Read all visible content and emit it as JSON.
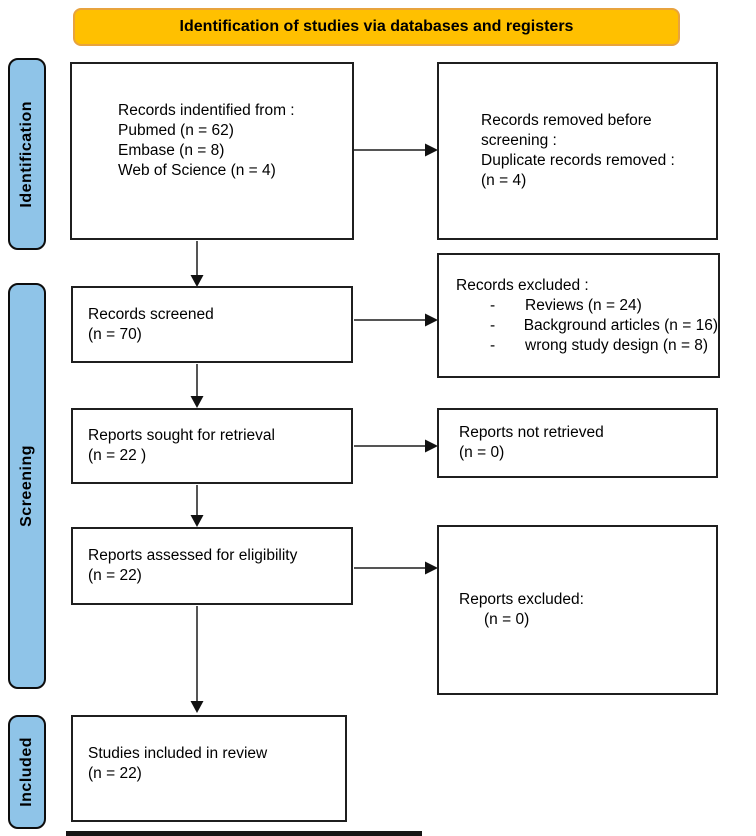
{
  "colors": {
    "banner_bg": "#FFC000",
    "banner_border": "#E8A33D",
    "stage_bg": "#8FC4E8",
    "box_border": "#1F1F1F",
    "arrow": "#555555",
    "arrowhead": "#111111",
    "text": "#000000",
    "page_bg": "#FFFFFF"
  },
  "banner": {
    "title": "Identification of studies via databases and registers"
  },
  "stages": {
    "identification": "Identification",
    "screening": "Screening",
    "included": "Included"
  },
  "boxes": {
    "identified": {
      "lines": [
        "Records indentified from :",
        "Pubmed (n = 62)",
        "Embase (n = 8)",
        "Web of Science (n = 4)"
      ]
    },
    "removed_before_screening": {
      "lines": [
        "Records removed before",
        "screening :",
        "Duplicate records removed :",
        "(n = 4)"
      ]
    },
    "records_screened": {
      "lines": [
        "Records screened",
        "(n = 70)"
      ]
    },
    "records_excluded": {
      "title": "Records excluded :",
      "bullet": "-",
      "items": [
        "Reviews (n = 24)",
        "Background articles (n = 16)",
        "wrong study design (n = 8)"
      ]
    },
    "reports_sought": {
      "lines": [
        "Reports sought for retrieval",
        "(n = 22 )"
      ]
    },
    "reports_not_retrieved": {
      "lines": [
        "Reports not retrieved",
        "(n = 0)"
      ]
    },
    "reports_assessed": {
      "lines": [
        "Reports assessed for eligibility",
        "(n = 22)"
      ]
    },
    "reports_excluded": {
      "lines": [
        "Reports excluded:",
        "(n = 0)"
      ]
    },
    "studies_included": {
      "lines": [
        "Studies included in review",
        "(n = 22)"
      ]
    }
  }
}
